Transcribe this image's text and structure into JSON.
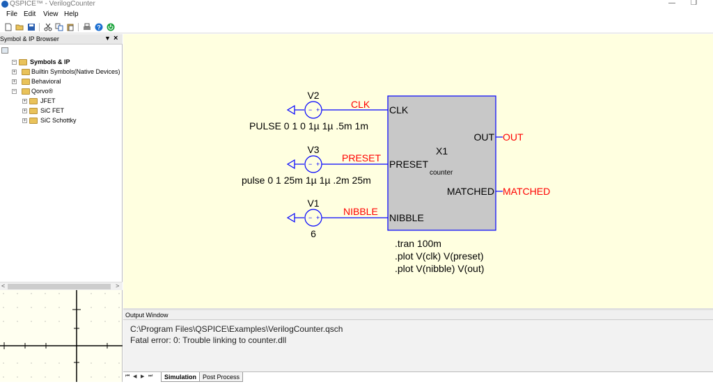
{
  "window": {
    "title": "QSPICE™ - VerilogCounter"
  },
  "menu": [
    "File",
    "Edit",
    "View",
    "Help"
  ],
  "toolbar": {
    "icons": [
      "new-file-icon",
      "open-folder-icon",
      "save-icon",
      "cut-icon",
      "copy-icon",
      "paste-icon",
      "print-icon",
      "help-icon",
      "power-icon"
    ]
  },
  "browser": {
    "title": "Symbol & IP Browser",
    "tree": [
      {
        "label": "Symbols & IP",
        "level": 0,
        "bold": true
      },
      {
        "label": "Builtin Symbols(Native Devices)",
        "level": 1
      },
      {
        "label": "Behavioral",
        "level": 1
      },
      {
        "label": "Qorvo®",
        "level": 1
      },
      {
        "label": "JFET",
        "level": 2
      },
      {
        "label": "SiC FET",
        "level": 2
      },
      {
        "label": "SiC Schottky",
        "level": 2
      }
    ]
  },
  "schematic": {
    "sources": [
      {
        "name": "V2",
        "value": "PULSE 0 1 0 1µ 1µ .5m 1m",
        "net": "CLK"
      },
      {
        "name": "V3",
        "value": "pulse 0 1 25m 1µ 1µ .2m 25m",
        "net": "PRESET"
      },
      {
        "name": "V1",
        "value": "6",
        "net": "NIBBLE"
      }
    ],
    "block": {
      "instance": "X1",
      "model": "counter",
      "inputs": [
        "CLK",
        "PRESET",
        "NIBBLE"
      ],
      "outputs": [
        "OUT",
        "MATCHED"
      ]
    },
    "out_nets": [
      "OUT",
      "MATCHED"
    ],
    "directives": [
      ".tran 100m",
      ".plot V(clk) V(preset)",
      ".plot V(nibble) V(out)"
    ],
    "colors": {
      "wire": "#0000ff",
      "net_label": "#ff0000",
      "block_fill": "#c8c8c8",
      "canvas": "#ffffe0"
    }
  },
  "output": {
    "title": "Output Window",
    "lines": [
      "C:\\Program Files\\QSPICE\\Examples\\VerilogCounter.qsch",
      "Fatal error: 0: Trouble linking to counter.dll"
    ],
    "tabs": [
      "Simulation",
      "Post Process"
    ],
    "active_tab": "Simulation"
  }
}
